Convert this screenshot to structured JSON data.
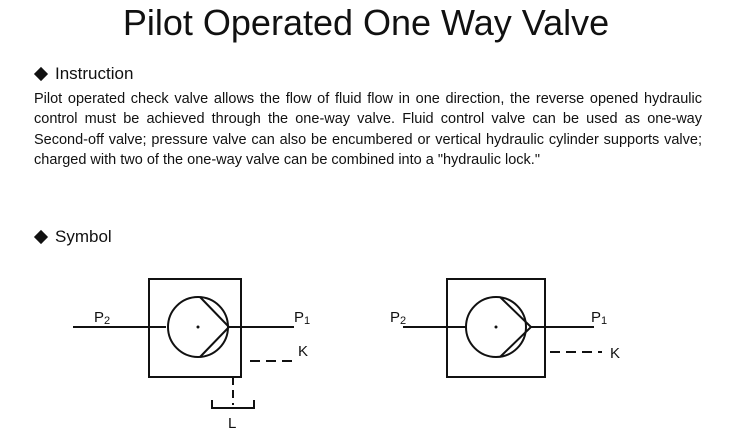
{
  "page": {
    "title": "Pilot Operated One Way Valve"
  },
  "instruction": {
    "heading": "Instruction",
    "text": "Pilot operated check valve allows the flow of fluid flow in one direction, the reverse opened hydraulic control must be achieved through the one-way valve. Fluid control valve can be used as one-way Second-off valve; pressure valve can also be encumbered or vertical hydraulic cylinder supports valve; charged with two of the one-way valve can be combined into a \"hydraulic lock.\""
  },
  "symbol": {
    "heading": "Symbol",
    "left": {
      "p2_label": "P",
      "p2_sub": "2",
      "p1_label": "P",
      "p1_sub": "1",
      "k_label": "K",
      "l_label": "L"
    },
    "right": {
      "p2_label": "P",
      "p2_sub": "2",
      "p1_label": "P",
      "p1_sub": "1",
      "k_label": "K"
    }
  }
}
